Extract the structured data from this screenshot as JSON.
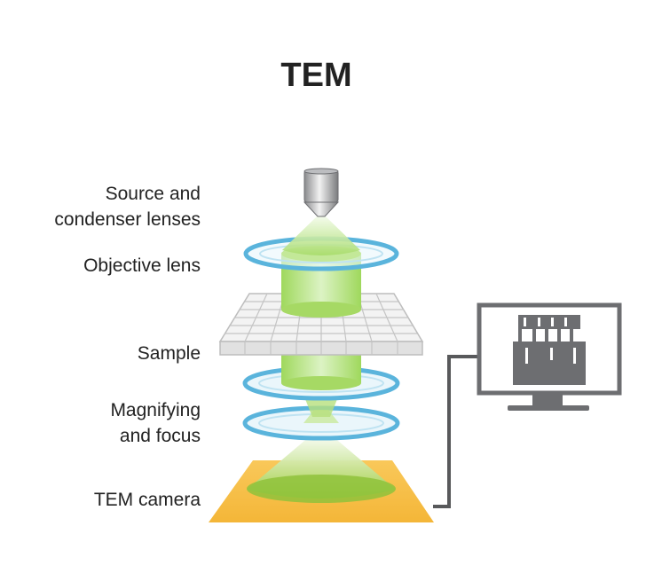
{
  "title": "TEM",
  "labels": {
    "source": [
      "Source and",
      "condenser lenses"
    ],
    "objective": "Objective lens",
    "sample": "Sample",
    "magnifying": [
      "Magnifying",
      "and focus"
    ],
    "camera": "TEM camera"
  },
  "colors": {
    "beam_green": "#8fd14f",
    "lens_blue": "#5ab4dc",
    "camera_yellow": "#f7bf45",
    "sample_grey": "#d9d9d9",
    "monitor_grey": "#6d6e71",
    "text": "#222222"
  },
  "icons": [
    "electron-gun-icon",
    "monitor-icon"
  ]
}
